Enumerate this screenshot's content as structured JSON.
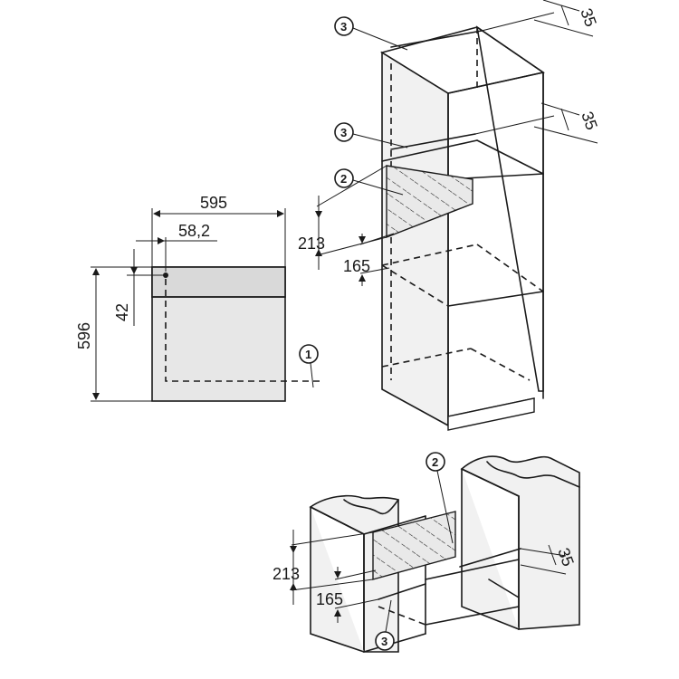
{
  "dimensions": {
    "oven_width": "595",
    "oven_height": "596",
    "offset_horizontal": "58,2",
    "offset_vertical": "42",
    "top_gap_1": "35",
    "top_gap_2": "35",
    "tall_opening_height": "213",
    "tall_opening_depth": "165",
    "base_opening_height": "213",
    "base_opening_depth": "165",
    "base_gap": "35"
  },
  "callouts": {
    "c1": "1",
    "c3_top": "3",
    "c3_mid": "3",
    "c2_tall": "2",
    "c2_base": "2",
    "c3_base": "3"
  }
}
